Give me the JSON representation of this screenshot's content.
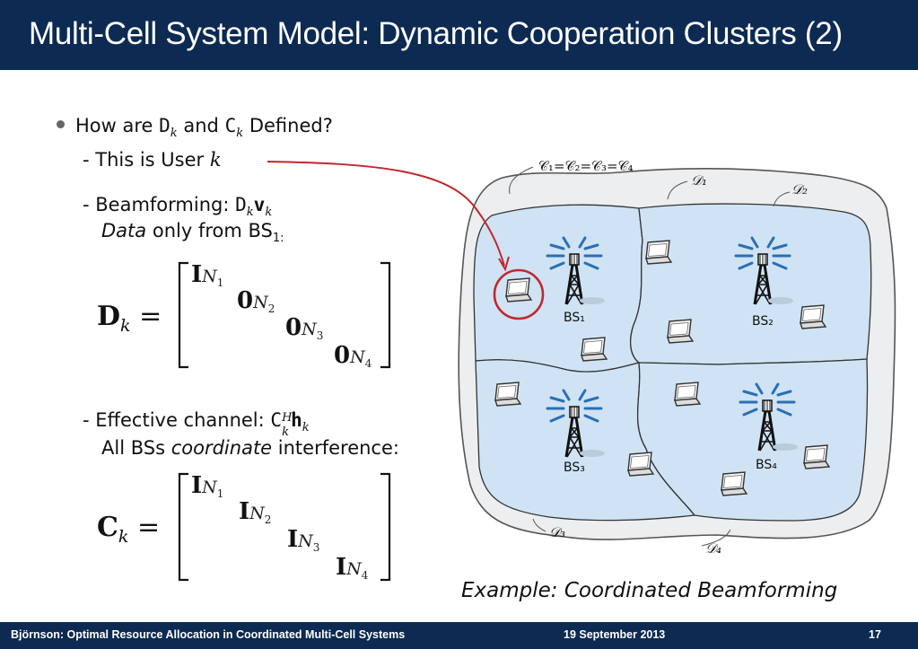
{
  "slide": {
    "title": "Multi-Cell System Model: Dynamic Cooperation Clusters (2)",
    "bullet_how": "How are",
    "bullet_and": "and",
    "bullet_defined": "Defined?",
    "sym_D": "D",
    "sym_C": "C",
    "sym_k": "k",
    "line_user": "- This is User",
    "line_beam": "- Beamforming:",
    "sym_v": "v",
    "line_data_italic": "Data",
    "line_data_rest": "only from BS",
    "line_data_sub": "1:",
    "line_eff": "- Effective channel:",
    "sym_H": "H",
    "sym_h": "h",
    "line_all": "All BSs",
    "line_coord": "coordinate",
    "line_interf": "interference:",
    "eq": "=",
    "mat_I": "I",
    "mat_0": "0",
    "mat_N": "N",
    "n1": "1",
    "n2": "2",
    "n3": "3",
    "n4": "4",
    "caption": "Example: Coordinated Beamforming"
  },
  "diagram": {
    "cluster_label": "𝒞₁=𝒞₂=𝒞₃=𝒞₄",
    "d1": "𝒟₁",
    "d2": "𝒟₂",
    "d3": "𝒟₃",
    "d4": "𝒟₄",
    "bs1": "BS₁",
    "bs2": "BS₂",
    "bs3": "BS₃",
    "bs4": "BS₄",
    "colors": {
      "cell_fill": "#cfe3f4",
      "outer_fill": "#e9ecef",
      "highlight": "#c0282d",
      "signal": "#2a6fb5"
    }
  },
  "footer": {
    "left": "Björnson: Optimal Resource Allocation in Coordinated Multi-Cell Systems",
    "center": "19 September 2013",
    "right": "17"
  }
}
